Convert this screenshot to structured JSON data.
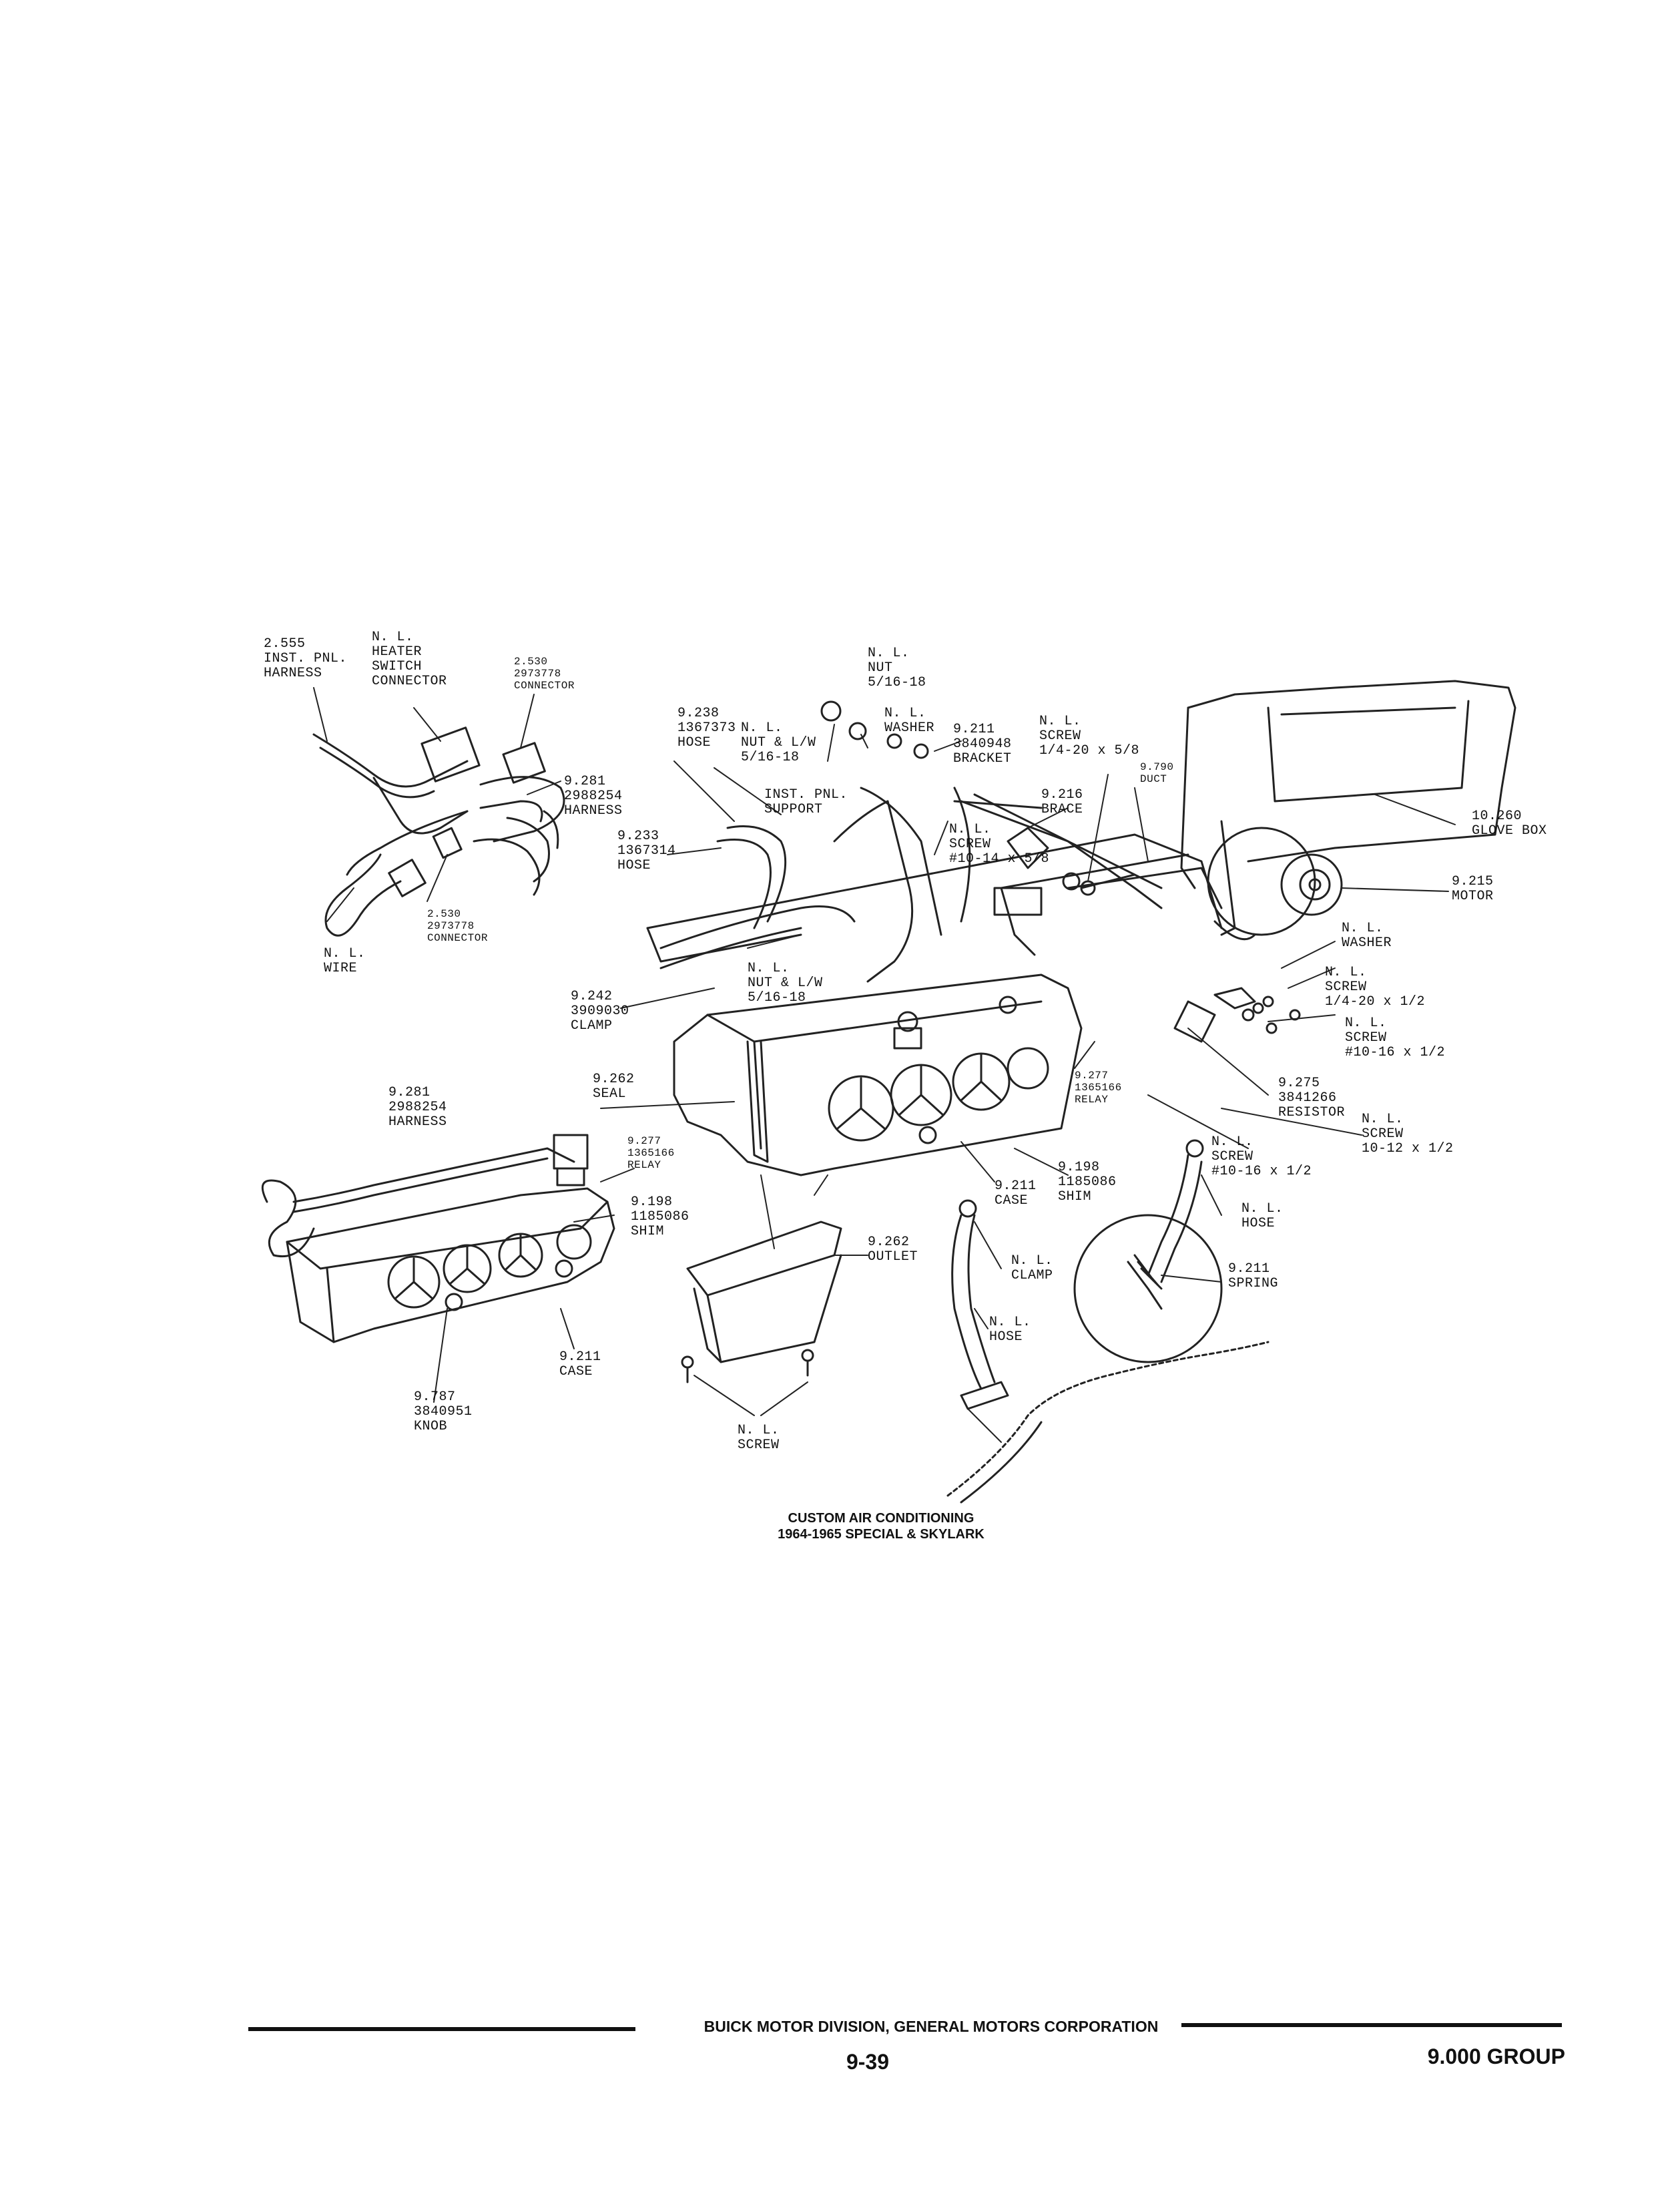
{
  "diagram": {
    "caption_line1": "CUSTOM AIR CONDITIONING",
    "caption_line2": "1964-1965 SPECIAL & SKYLARK",
    "labels": {
      "inst_pnl_harness": "2.555\nINST. PNL.\nHARNESS",
      "heater_switch_connector": "N. L.\nHEATER\nSWITCH\nCONNECTOR",
      "connector_top": "2.530\n2973778\nCONNECTOR",
      "harness_top": "9.281\n2988254\nHARNESS",
      "connector_mid": "2.530\n2973778\nCONNECTOR",
      "wire": "N. L.\nWIRE",
      "hose_238": "9.238\n1367373\nHOSE",
      "nut_lw_top": "N. L.\nNUT & L/W\n5/16-18",
      "nut_top": "N. L.\nNUT\n5/16-18",
      "washer_top": "N. L.\nWASHER",
      "bracket": "9.211\n3840948\nBRACKET",
      "screw_top": "N. L.\nSCREW\n1/4-20 x 5/8",
      "duct": "9.790\nDUCT",
      "brace": "9.216\nBRACE",
      "inst_pnl_support": "INST. PNL.\nSUPPORT",
      "hose_233": "9.233\n1367314\nHOSE",
      "screw_10_14": "N. L.\nSCREW\n#10-14 x 5/8",
      "glove_box": "10.260\nGLOVE BOX",
      "motor": "9.215\nMOTOR",
      "washer_right": "N. L.\nWASHER",
      "screw_right_1": "N. L.\nSCREW\n1/4-20 x 1/2",
      "screw_right_2": "N. L.\nSCREW\n#10-16 x 1/2",
      "resistor": "9.275\n3841266\nRESISTOR",
      "screw_right_3": "N. L.\nSCREW\n10-12 x 1/2",
      "nut_lw_mid": "N. L.\nNUT & L/W\n5/16-18",
      "clamp_242": "9.242\n3909030\nCLAMP",
      "relay_center": "9.277\n1365166\nRELAY",
      "screw_center": "N. L.\nSCREW\n#10-16 x 1/2",
      "seal": "9.262\nSEAL",
      "shim_center": "9.198\n1185086\nSHIM",
      "case_center": "9.211\nCASE",
      "hose_right": "N. L.\nHOSE",
      "harness_left": "9.281\n2988254\nHARNESS",
      "relay_left": "9.277\n1365166\nRELAY",
      "shim_left": "9.198\n1185086\nSHIM",
      "outlet": "9.262\nOUTLET",
      "clamp_nl": "N. L.\nCLAMP",
      "spring": "9.211\nSPRING",
      "hose_lower": "N. L.\nHOSE",
      "case_left": "9.211\nCASE",
      "knob": "9.787\n3840951\nKNOB",
      "screw_bottom": "N. L.\nSCREW"
    }
  },
  "footer": {
    "division": "BUICK MOTOR DIVISION, GENERAL MOTORS CORPORATION",
    "page_number": "9-39",
    "group": "9.000 GROUP"
  }
}
